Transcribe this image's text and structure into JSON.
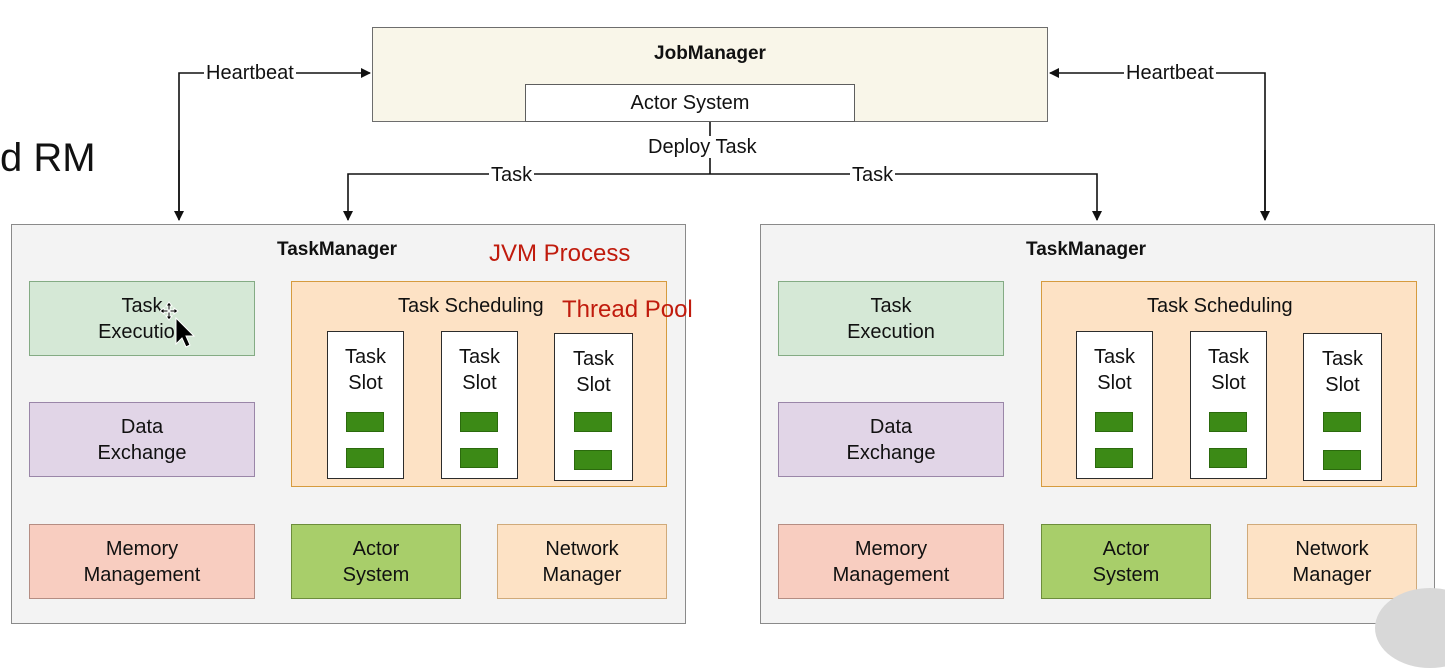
{
  "slide_fragment": "d RM",
  "job_manager": {
    "title": "JobManager",
    "actor_system_label": "Actor System"
  },
  "edges": {
    "heartbeat_left": "Heartbeat",
    "heartbeat_right": "Heartbeat",
    "deploy_task": "Deploy Task",
    "task_left": "Task",
    "task_right": "Task"
  },
  "task_managers": [
    {
      "title": "TaskManager",
      "task_execution": [
        "Task",
        "Execution"
      ],
      "data_exchange": [
        "Data",
        "Exchange"
      ],
      "memory_management": [
        "Memory",
        "Management"
      ],
      "actor_system": [
        "Actor",
        "System"
      ],
      "network_manager": [
        "Network",
        "Manager"
      ],
      "task_scheduling": "Task Scheduling",
      "slots": [
        [
          "Task",
          "Slot"
        ],
        [
          "Task",
          "Slot"
        ],
        [
          "Task",
          "Slot"
        ]
      ]
    },
    {
      "title": "TaskManager",
      "task_execution": [
        "Task",
        "Execution"
      ],
      "data_exchange": [
        "Data",
        "Exchange"
      ],
      "memory_management": [
        "Memory",
        "Management"
      ],
      "actor_system": [
        "Actor",
        "System"
      ],
      "network_manager": [
        "Network",
        "Manager"
      ],
      "task_scheduling": "Task Scheduling",
      "slots": [
        [
          "Task",
          "Slot"
        ],
        [
          "Task",
          "Slot"
        ],
        [
          "Task",
          "Slot"
        ]
      ]
    }
  ],
  "annotations": {
    "jvm_process": "JVM Process",
    "thread_pool": "Thread Pool"
  },
  "colors": {
    "jobmanager_fill": "#f9f6e9",
    "taskmanager_fill": "#f3f3f3",
    "execution_green": "#d5e8d6",
    "exchange_purple": "#e1d5e7",
    "memory_red": "#f8cdc0",
    "actor_lime": "#a8ce6a",
    "network_peach": "#fde2c5",
    "slot_task_green": "#3c8a16",
    "annotation_red": "#c01b0d"
  }
}
